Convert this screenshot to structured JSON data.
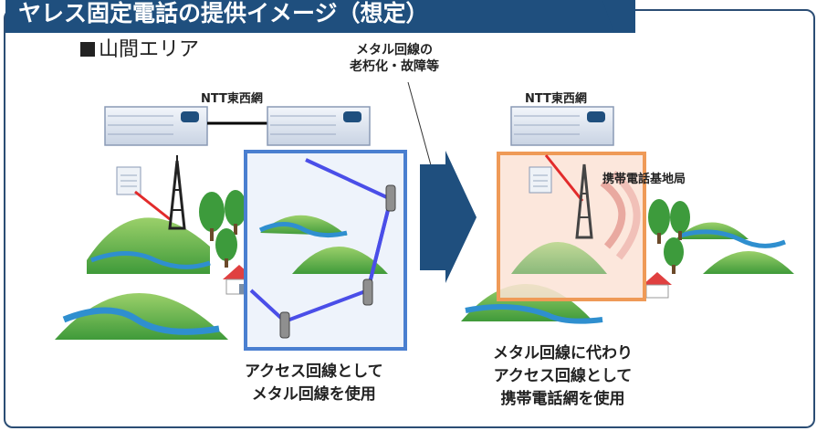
{
  "header": {
    "title": "ヤレス固定電話の提供イメージ（想定）"
  },
  "labels": {
    "area": "山間エリア",
    "ntt_left": "NTT東西網",
    "ntt_right": "NTT東西網",
    "aging_line1": "メタル回線の",
    "aging_line2": "老朽化・故障等",
    "mobile_base": "携帯電話基地局",
    "caption_left_1": "アクセス回線として",
    "caption_left_2": "メタル回線を使用",
    "caption_right_1": "メタル回線に代わり",
    "caption_right_2": "アクセス回線として",
    "caption_right_3": "携帯電話網を使用"
  },
  "colors": {
    "title_bg": "#1f4f7e",
    "blue_box": "#4a7fd0",
    "orange_box": "#ef9a57",
    "metal_line": "#4a4ee8",
    "red_link": "#e22b2b",
    "arrow": "#1f4f7e"
  }
}
